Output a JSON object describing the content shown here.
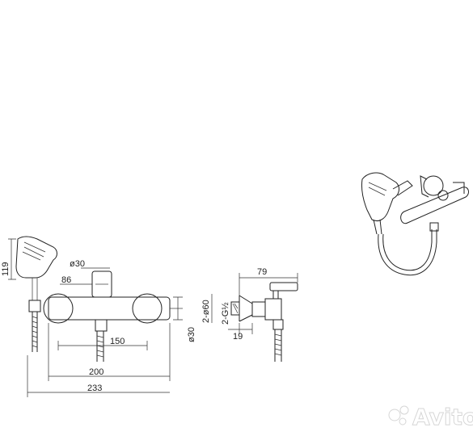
{
  "dimensions": {
    "d_119": "119",
    "d_phi30_top": "ø30",
    "d_86": "86",
    "d_150": "150",
    "d_200": "200",
    "d_233": "233",
    "d_phi30_side": "ø30",
    "d_79": "79",
    "d_2phi60": "2-ø60",
    "d_2g12": "2-G½",
    "d_19": "19"
  },
  "watermark": {
    "text": "Avito"
  }
}
